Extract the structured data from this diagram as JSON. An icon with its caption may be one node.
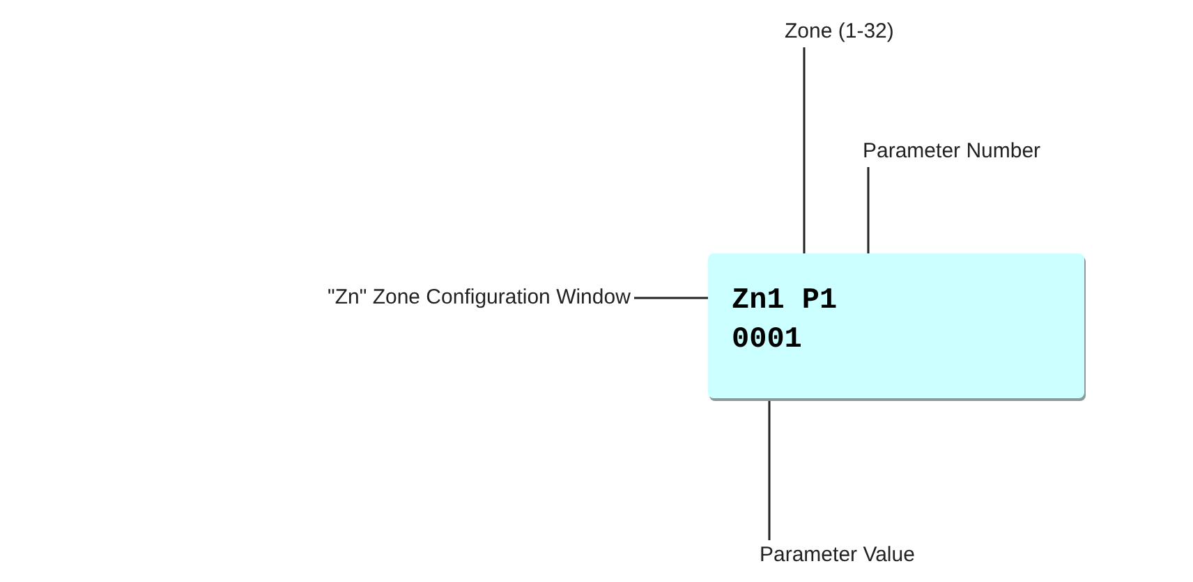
{
  "diagram": {
    "nodes": [
      {
        "text": [
          "Zone (1-32)"
        ]
      },
      {
        "text": [
          "Parameter Number"
        ]
      },
      {
        "text": [
          "\"Zn\" Zone Configuration Window"
        ]
      },
      {
        "text": [
          "Zn1 P1",
          "0001"
        ]
      },
      {
        "text": [
          "Parameter Value"
        ]
      }
    ],
    "edges": [
      {
        "from": 0,
        "to": 3,
        "arrow": "none"
      },
      {
        "from": 1,
        "to": 3,
        "arrow": "none"
      },
      {
        "from": 2,
        "to": 3,
        "arrow": "none"
      },
      {
        "from": 4,
        "to": 3,
        "arrow": "none"
      }
    ]
  }
}
